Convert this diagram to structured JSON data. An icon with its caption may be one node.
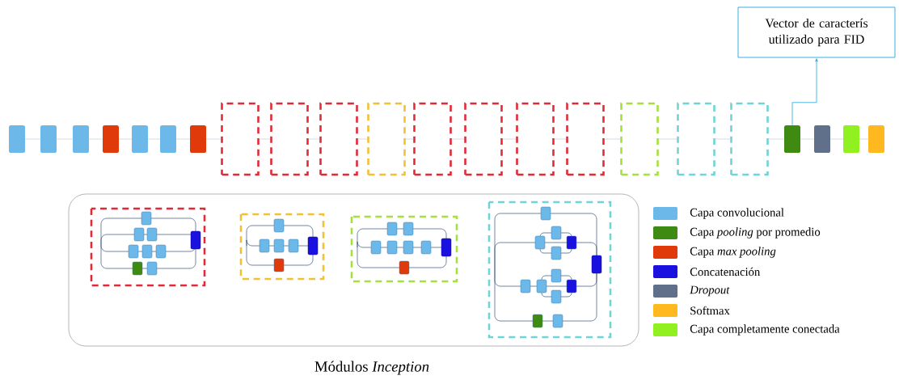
{
  "diagram": {
    "nodes": [
      {
        "text": [],
        "shape": "box"
      },
      {
        "text": [],
        "shape": "box"
      },
      {
        "text": [],
        "shape": "box"
      },
      {
        "text": [],
        "shape": "box"
      },
      {
        "text": [],
        "shape": "box"
      },
      {
        "text": [],
        "shape": "box"
      },
      {
        "text": [],
        "shape": "box"
      },
      {
        "text": [],
        "shape": "box"
      },
      {
        "text": [],
        "shape": "box"
      },
      {
        "text": [],
        "shape": "box"
      },
      {
        "text": [],
        "shape": "box"
      },
      {
        "text": [],
        "shape": "box"
      },
      {
        "text": [],
        "shape": "box"
      },
      {
        "text": [],
        "shape": "box"
      },
      {
        "text": [],
        "shape": "box"
      },
      {
        "text": [],
        "shape": "box"
      },
      {
        "text": [],
        "shape": "box"
      },
      {
        "text": [],
        "shape": "box"
      },
      {
        "text": [],
        "shape": "box"
      },
      {
        "text": [],
        "shape": "box"
      },
      {
        "text": [],
        "shape": "box"
      },
      {
        "text": [],
        "shape": "box"
      },
      {
        "text": [
          "Vector de caracterís utilizado para FID"
        ]
      },
      {
        "text": [
          "Módulos *Inception*"
        ]
      }
    ],
    "edges": [
      {
        "from": 0,
        "to": 1,
        "arrow": "none"
      },
      {
        "from": 1,
        "to": 2,
        "arrow": "none"
      },
      {
        "from": 2,
        "to": 3,
        "arrow": "none"
      },
      {
        "from": 3,
        "to": 4,
        "arrow": "none"
      },
      {
        "from": 4,
        "to": 5,
        "arrow": "none"
      },
      {
        "from": 5,
        "to": 6,
        "arrow": "none"
      },
      {
        "from": 6,
        "to": 7,
        "arrow": "none"
      },
      {
        "from": 7,
        "to": 8,
        "arrow": "none"
      },
      {
        "from": 8,
        "to": 9,
        "arrow": "none"
      },
      {
        "from": 9,
        "to": 10,
        "arrow": "none"
      },
      {
        "from": 10,
        "to": 11,
        "arrow": "none"
      },
      {
        "from": 11,
        "to": 12,
        "arrow": "none"
      },
      {
        "from": 12,
        "to": 13,
        "arrow": "none"
      },
      {
        "from": 13,
        "to": 14,
        "arrow": "none"
      },
      {
        "from": 14,
        "to": 15,
        "arrow": "none"
      },
      {
        "from": 15,
        "to": 16,
        "arrow": "none"
      },
      {
        "from": 16,
        "to": 17,
        "arrow": "none"
      },
      {
        "from": 17,
        "to": 18,
        "arrow": "none"
      },
      {
        "from": 18,
        "to": 19,
        "arrow": "none"
      },
      {
        "from": 19,
        "to": 20,
        "arrow": "none"
      },
      {
        "from": 20,
        "to": 21,
        "arrow": "none"
      },
      {
        "from": 18,
        "to": 22,
        "arrow": "to",
        "color": "#29abe2"
      }
    ],
    "legend": [
      {
        "text": "Capa convolucional",
        "color": "#6cb8e8"
      },
      {
        "text": "Capa *pooling* por promedio",
        "color": "#3f8a10"
      },
      {
        "text": "Capa *max pooling*",
        "color": "#e03a0a"
      },
      {
        "text": "Concatenación",
        "color": "#1a10e0"
      },
      {
        "text": "Dropout",
        "color": "#60708a"
      },
      {
        "text": "Softmax",
        "color": "#ffb820"
      },
      {
        "text": "Capa completamente conectada",
        "color": "#90f020"
      }
    ]
  }
}
